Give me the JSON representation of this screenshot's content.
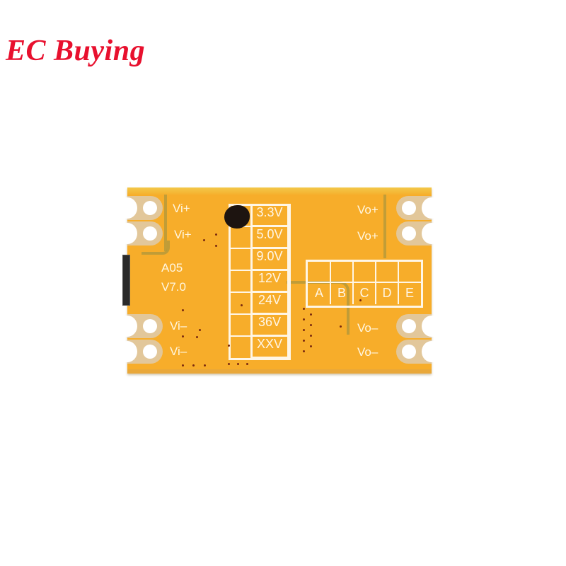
{
  "brand": {
    "text": "EC Buying",
    "color": "#e8102e"
  },
  "board": {
    "color": "#f7ad2a",
    "model": "A05",
    "version": "V7.0",
    "left_labels": [
      "Vi+",
      "Vi+",
      "Vi–",
      "Vi–"
    ],
    "right_labels": [
      "Vo+",
      "Vo+",
      "Vo–",
      "Vo–"
    ],
    "voltage_options": [
      "3.3V",
      "5.0V",
      "9.0V",
      "12V",
      "24V",
      "36V",
      "XXV"
    ],
    "jumper_labels": [
      "A",
      "B",
      "C",
      "D",
      "E"
    ]
  }
}
